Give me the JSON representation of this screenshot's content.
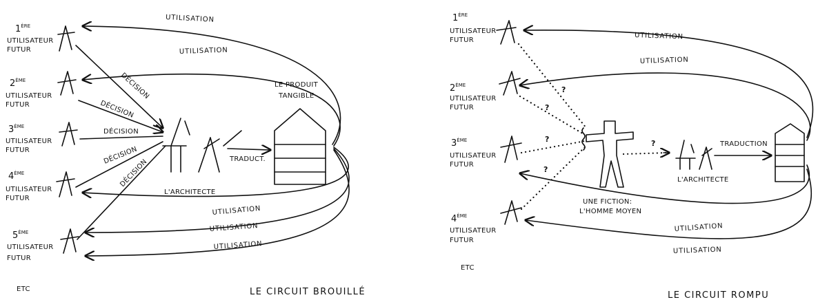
{
  "left_panel": {
    "users": [
      {
        "ordinal": "1",
        "suffix": "ÈRE",
        "line1": "UTILISATEUR",
        "line2": "FUTUR"
      },
      {
        "ordinal": "2",
        "suffix": "ÈME",
        "line1": "UTILISATEUR",
        "line2": "FUTUR"
      },
      {
        "ordinal": "3",
        "suffix": "ÈME",
        "line1": "UTILISATEUR",
        "line2": "FUTUR"
      },
      {
        "ordinal": "4",
        "suffix": "ÈME",
        "line1": "UTILISATEUR",
        "line2": "FUTUR"
      },
      {
        "ordinal": "5",
        "suffix": "ÈME",
        "line1": "UTILISATEUR",
        "line2": "FUTUR"
      }
    ],
    "decision_label": "DÉCISION",
    "architect_label": "L'ARCHITECTE",
    "translation_label": "TRADUCT.",
    "product_label_1": "LE PRODUIT",
    "product_label_2": "TANGIBLE",
    "usage_labels": [
      "UTILISATION",
      "UTILISATION",
      "UTILISATION",
      "UTILISATION",
      "UTILISATION"
    ],
    "etc": "ETC",
    "title": "LE CIRCUIT BROUILLÉ"
  },
  "right_panel": {
    "users": [
      {
        "ordinal": "1",
        "suffix": "ÈRE",
        "line1": "UTILISATEUR",
        "line2": "FUTUR"
      },
      {
        "ordinal": "2",
        "suffix": "ÈME",
        "line1": "UTILISATEUR",
        "line2": "FUTUR"
      },
      {
        "ordinal": "3",
        "suffix": "ÈME",
        "line1": "UTILISATEUR",
        "line2": "FUTUR"
      },
      {
        "ordinal": "4",
        "suffix": "ÈME",
        "line1": "UTILISATEUR",
        "line2": "FUTUR"
      }
    ],
    "question_mark": "?",
    "fiction_label_1": "UNE FICTION:",
    "fiction_label_2": "L'HOMME MOYEN",
    "architect_label": "L'ARCHITECTE",
    "translation_label": "TRADUCTION",
    "usage_labels": [
      "UTILISATION",
      "UTILISATION",
      "UTILISATION",
      "UTILISATION"
    ],
    "etc": "ETC",
    "title": "LE CIRCUIT ROMPU"
  },
  "colors": {
    "ink": "#111111",
    "paper": "#ffffff"
  }
}
